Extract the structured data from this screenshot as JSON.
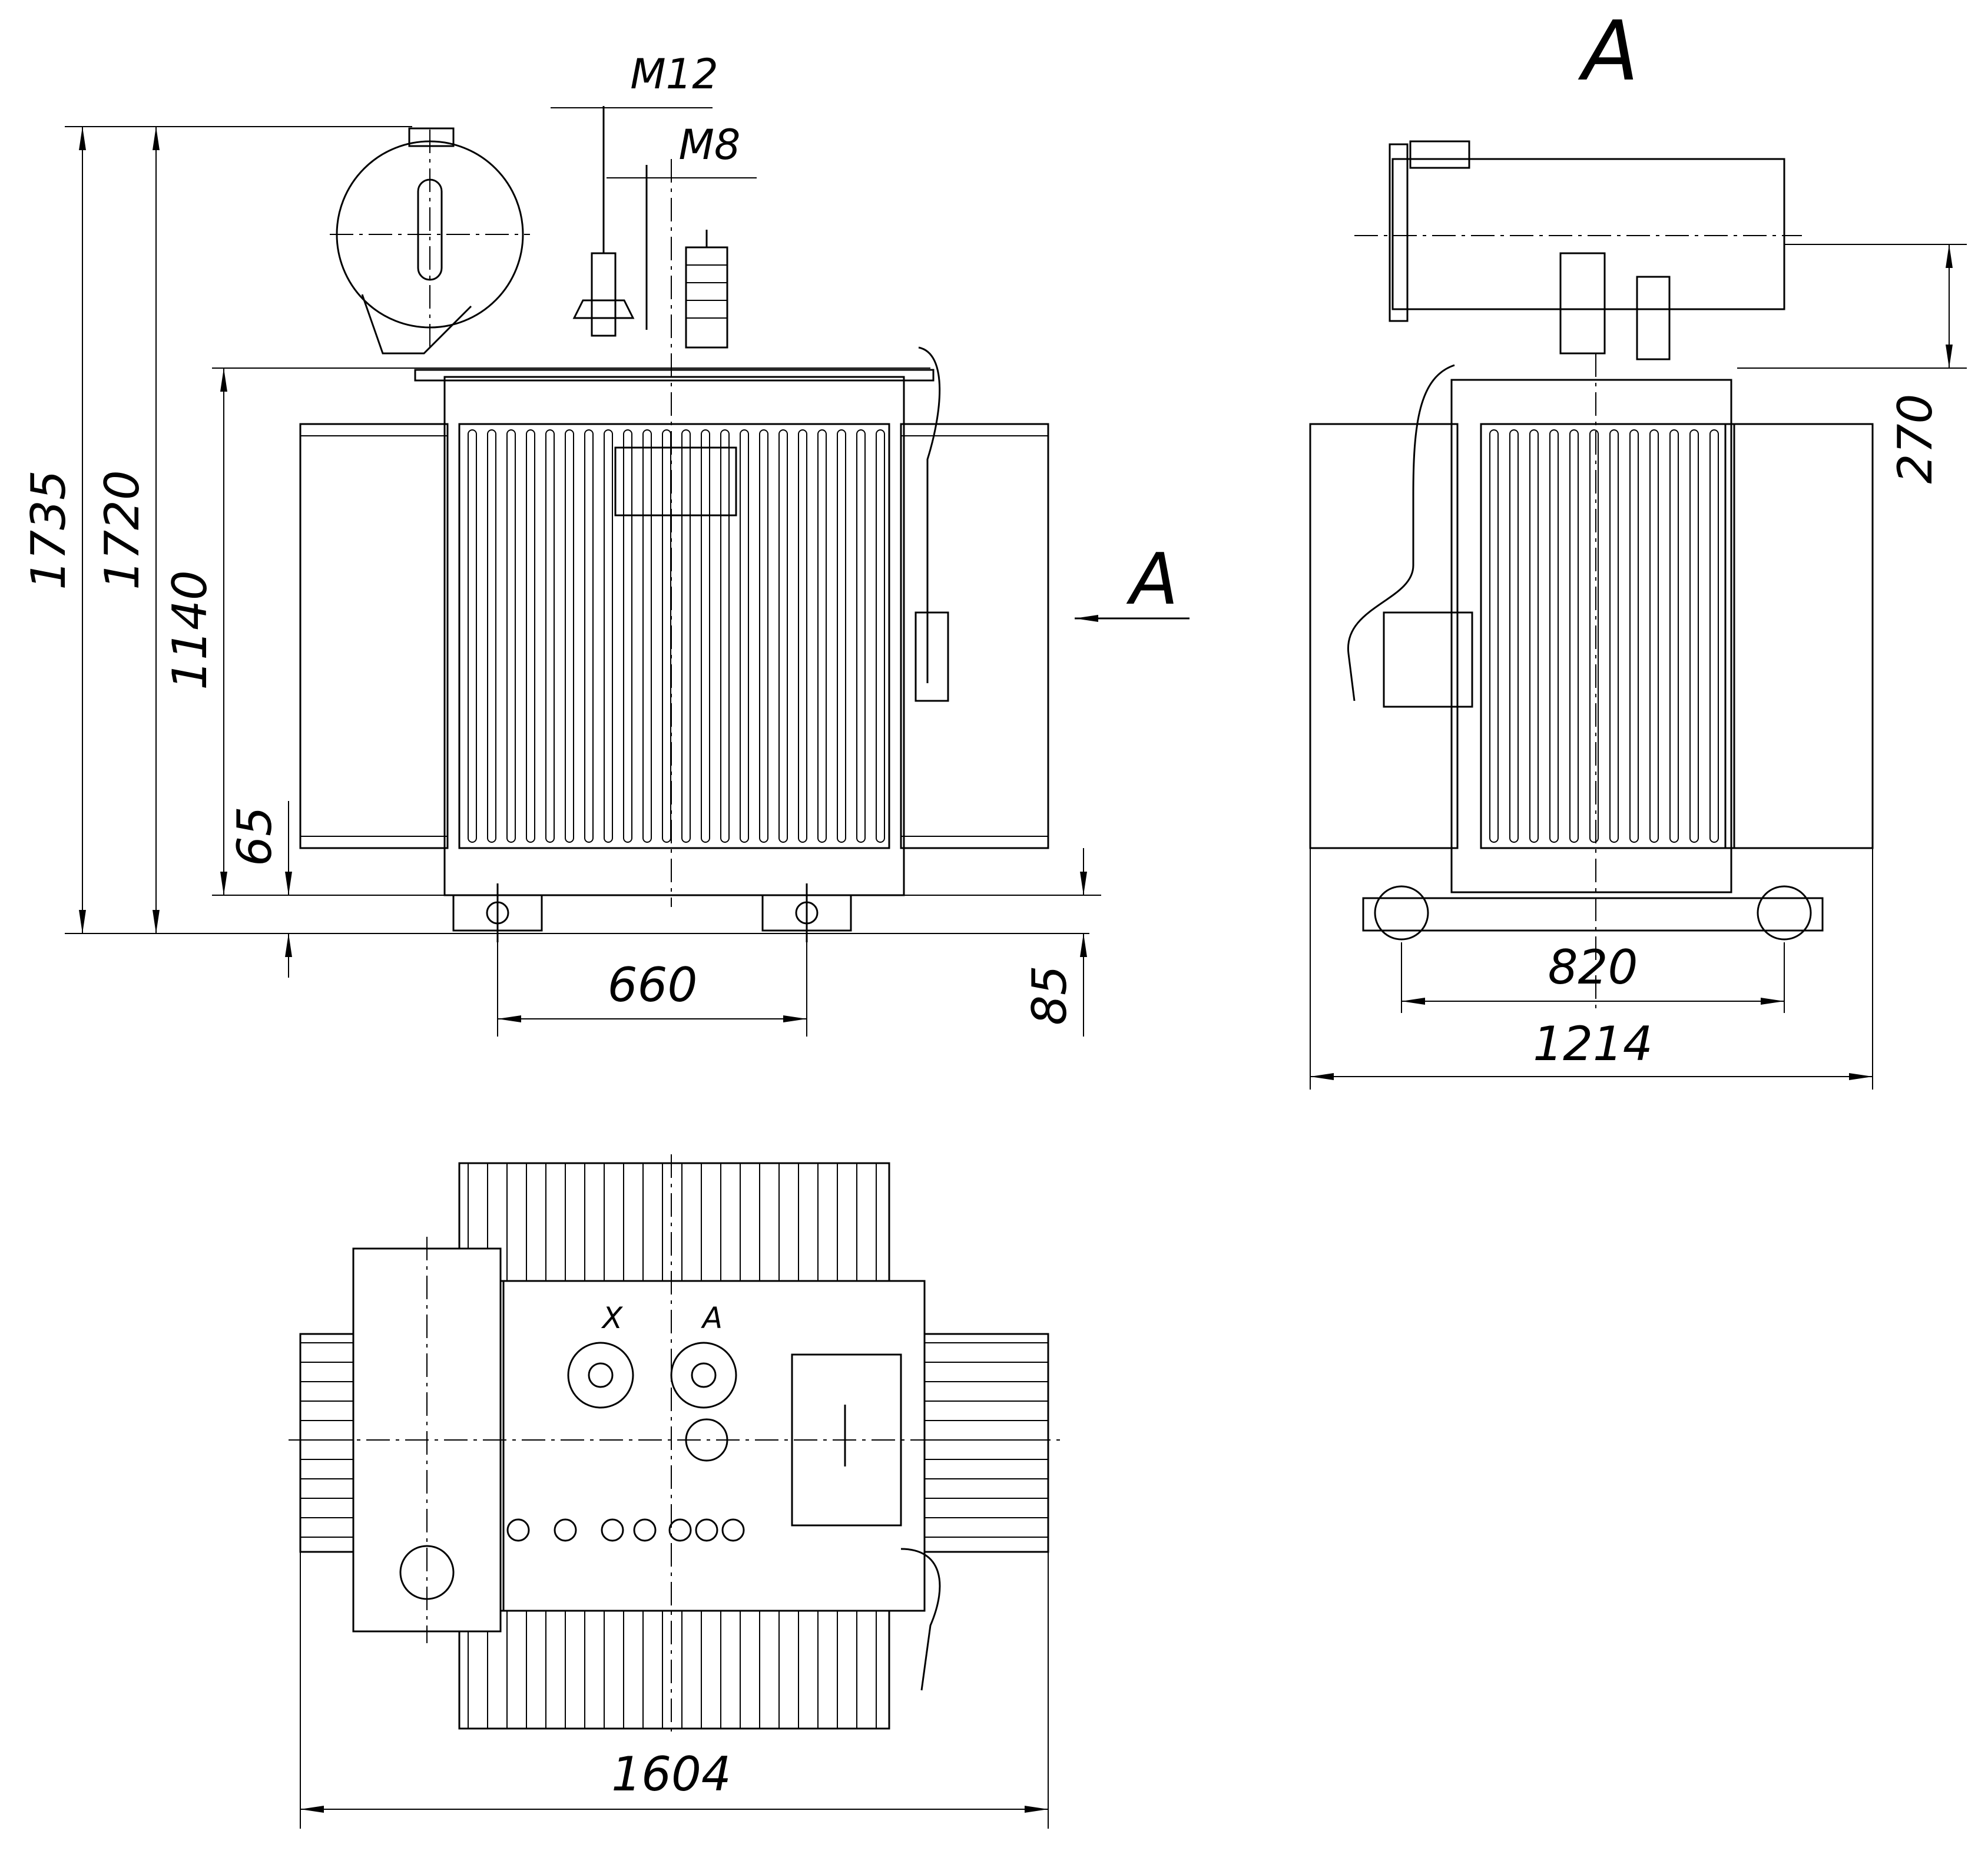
{
  "drawing": {
    "view_label": "A",
    "dimensions": {
      "overall_height": "1735",
      "height_to_top": "1720",
      "tank_height": "1140",
      "base_offset": "65",
      "wheel_height": "85",
      "wheel_base_front": "660",
      "terminal_thread_large": "M12",
      "terminal_thread_small": "M8",
      "conservator_height": "270",
      "wheel_base_side": "820",
      "overall_width_side": "1214",
      "overall_length_plan": "1604"
    },
    "plan_view": {
      "terminal_x": "X",
      "terminal_a": "A"
    }
  }
}
